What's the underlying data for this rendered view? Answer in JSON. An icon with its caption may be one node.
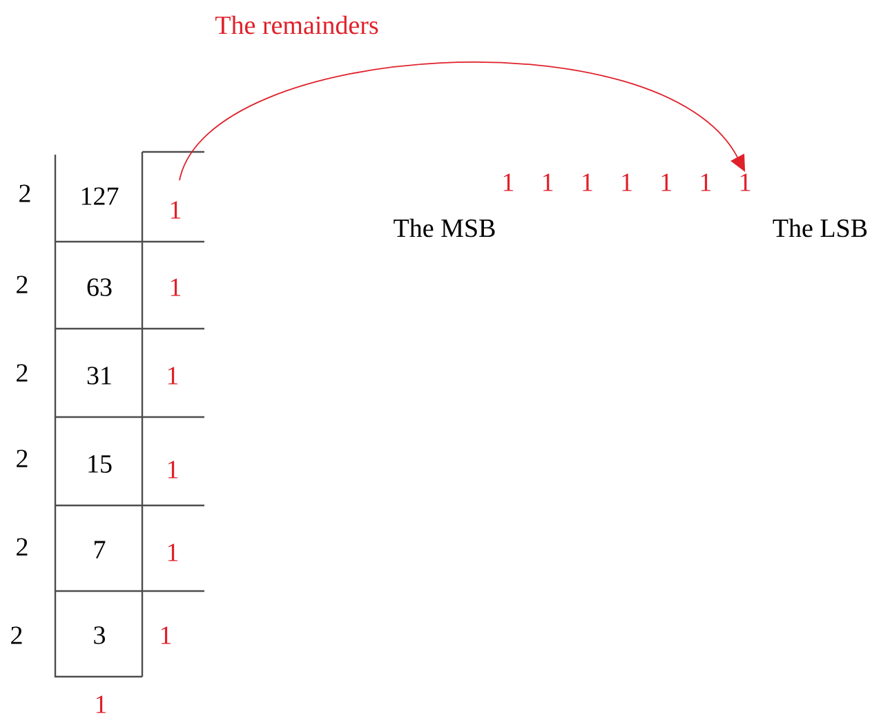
{
  "diagram": {
    "nodes": [
      {
        "text": [
          "127"
        ]
      },
      {
        "text": [
          "63"
        ]
      },
      {
        "text": [
          "31"
        ]
      },
      {
        "text": [
          "15"
        ]
      },
      {
        "text": [
          "7"
        ]
      },
      {
        "text": [
          "3"
        ]
      },
      {
        "text": [
          "1"
        ]
      },
      {
        "text": [
          "1"
        ]
      },
      {
        "text": [
          "1"
        ]
      },
      {
        "text": [
          "1"
        ]
      },
      {
        "text": [
          "1"
        ]
      },
      {
        "text": [
          "1"
        ]
      },
      {
        "text": [
          "1"
        ]
      },
      {
        "text": [
          "1"
        ]
      },
      {
        "text": [
          "1"
        ]
      },
      {
        "text": [
          "1"
        ]
      },
      {
        "text": [
          "1"
        ]
      },
      {
        "text": [
          "1"
        ]
      },
      {
        "text": [
          "1"
        ]
      },
      {
        "text": [
          "1"
        ]
      }
    ],
    "edges": [
      {
        "from": 6,
        "to": 19,
        "arrow": "to",
        "label": "The remainders",
        "color": "#e0202a"
      }
    ],
    "labels": [
      "2",
      "2",
      "2",
      "2",
      "2",
      "2",
      "The MSB",
      "The LSB"
    ]
  }
}
